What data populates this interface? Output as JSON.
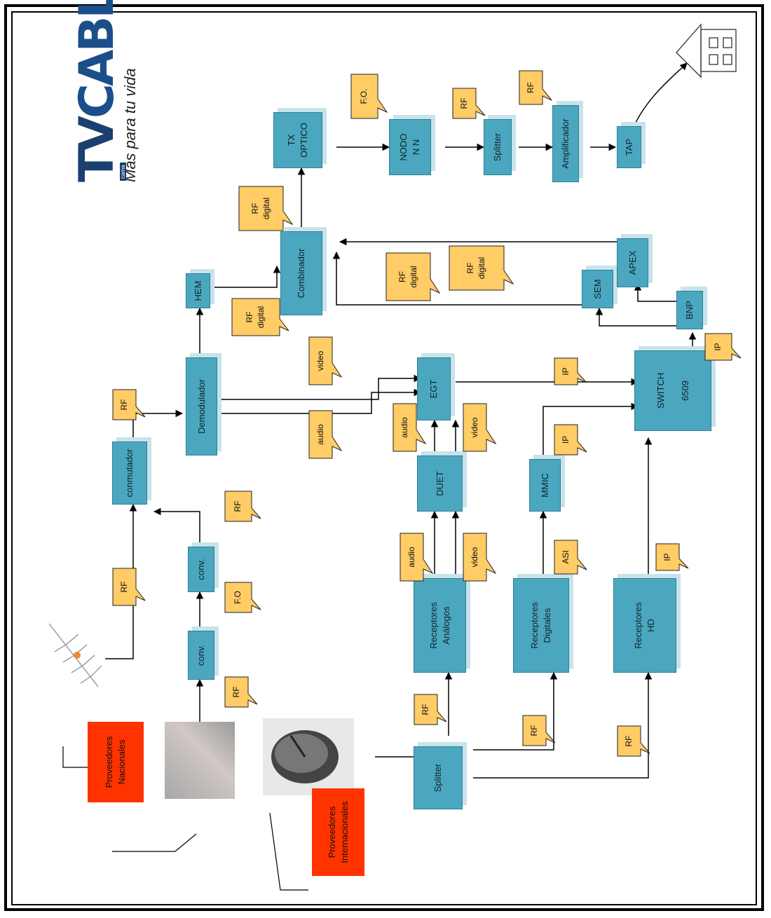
{
  "logo": {
    "brand_left": "TV",
    "brand_right": "CABLE",
    "small": "cama",
    "tagline": "Más para tu vida"
  },
  "providers": {
    "national": "Proveedores\nNacionales",
    "international": "Proveedores\nInternacionales"
  },
  "boxes": {
    "conv1": "conv.",
    "conv2": "conv.",
    "conmutador": "conmutador",
    "demodulador": "Demodulador",
    "hem": "HEM",
    "combinador": "Combinador",
    "tx_optico": "TX\nOPTICO",
    "nodo": "NODO\nN N",
    "splitter_top": "Splitter",
    "amplificador": "Amplificador",
    "tap": "TAP",
    "splitter_bottom": "Splitter",
    "receptores_analogos": "Receptores\nAnálogos",
    "receptores_digitales": "Receptores\nDigitales",
    "receptores_hd": "Receptores\nHD",
    "duet": "DUET",
    "mmic": "MMIC",
    "egt": "EGT",
    "sem": "SEM",
    "apex": "APEX",
    "bnp": "BNP",
    "switch": "SWITCH\n\n6509"
  },
  "callouts": {
    "rf_antenna": "RF",
    "rf_conv1": "RF",
    "fo_conv": "F.O",
    "rf_conv2": "RF",
    "rf_conmutador": "RF",
    "rf_digital_hem": "RF\ndigital",
    "rf_digital_tx": "RF\ndigital",
    "fo_tx": "F.O.",
    "rf_nodo": "RF",
    "rf_splitter": "RF",
    "video_demod": "video",
    "audio_demod": "audio",
    "rf_digital_mid1": "RF\ndigital",
    "rf_digital_mid2": "RF\ndigital",
    "ip_egt": "IP",
    "ip_bnp": "IP",
    "audio_duet_top": "audio",
    "video_duet_top": "video",
    "audio_duet_bottom": "audio",
    "video_duet_bottom": "video",
    "ip_mmic": "IP",
    "asi_mmic": "ASI",
    "ip_hd": "IP",
    "rf_split_analog": "RF",
    "rf_split_digital": "RF",
    "rf_split_hd": "RF"
  },
  "colors": {
    "box": "#4aa7bf",
    "callout": "#ffcc66",
    "provider": "#ff3300"
  }
}
